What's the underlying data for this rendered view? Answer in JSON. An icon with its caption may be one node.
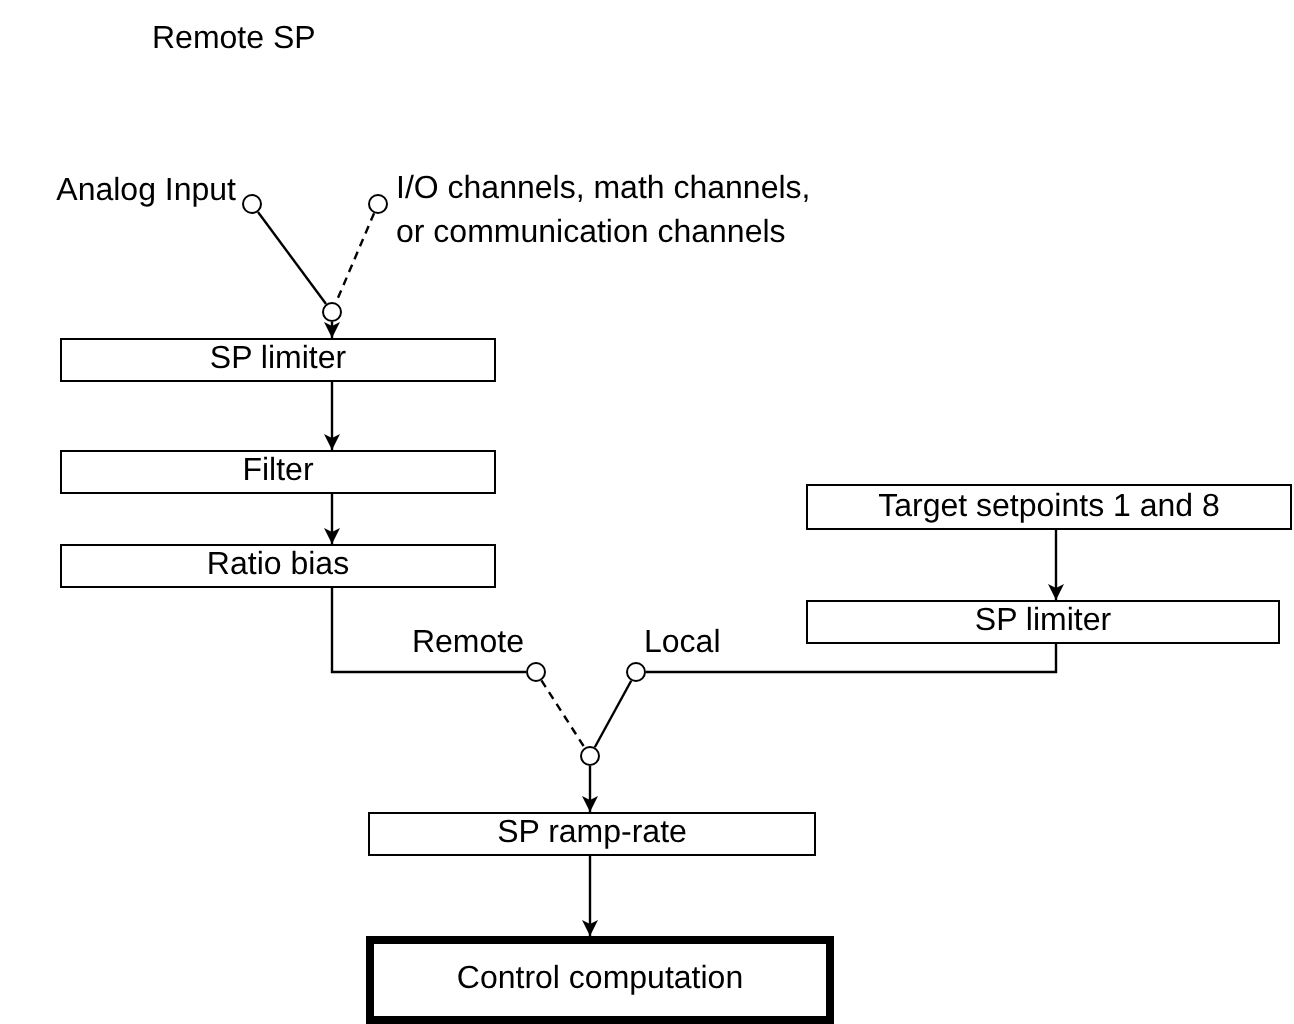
{
  "diagram": {
    "nodes": [
      {
        "text": [],
        "shape": "circle",
        "beside": [
          "Analog Input"
        ]
      },
      {
        "text": [],
        "shape": "circle",
        "beside": [
          "I/O channels, math channels, or communication channels"
        ]
      },
      {
        "text": [],
        "shape": "circle"
      },
      {
        "text": [
          "SP limiter"
        ]
      },
      {
        "text": [
          "Filter"
        ]
      },
      {
        "text": [
          "Ratio bias"
        ]
      },
      {
        "text": [
          "Target setpoints 1 and 8"
        ]
      },
      {
        "text": [
          "SP limiter"
        ]
      },
      {
        "text": [],
        "shape": "circle",
        "beside": [
          "Remote"
        ]
      },
      {
        "text": [],
        "shape": "circle",
        "beside": [
          "Local"
        ]
      },
      {
        "text": [],
        "shape": "circle"
      },
      {
        "text": [
          "SP ramp-rate"
        ]
      },
      {
        "text": [
          "Control computation"
        ]
      }
    ],
    "edges": [
      {
        "from": 0,
        "to": 2,
        "arrow": "none"
      },
      {
        "from": 1,
        "to": 2,
        "arrow": "none",
        "style": "dashed"
      },
      {
        "from": 2,
        "to": 3,
        "arrow": "to"
      },
      {
        "from": 3,
        "to": 4,
        "arrow": "to"
      },
      {
        "from": 4,
        "to": 5,
        "arrow": "to"
      },
      {
        "from": 5,
        "to": 8,
        "arrow": "none"
      },
      {
        "from": 6,
        "to": 7,
        "arrow": "to"
      },
      {
        "from": 7,
        "to": 9,
        "arrow": "none"
      },
      {
        "from": 8,
        "to": 10,
        "arrow": "none",
        "style": "dashed"
      },
      {
        "from": 9,
        "to": 10,
        "arrow": "none"
      },
      {
        "from": 10,
        "to": 11,
        "arrow": "to"
      },
      {
        "from": 11,
        "to": 12,
        "arrow": "to"
      }
    ],
    "labels": [
      "Remote SP"
    ]
  }
}
